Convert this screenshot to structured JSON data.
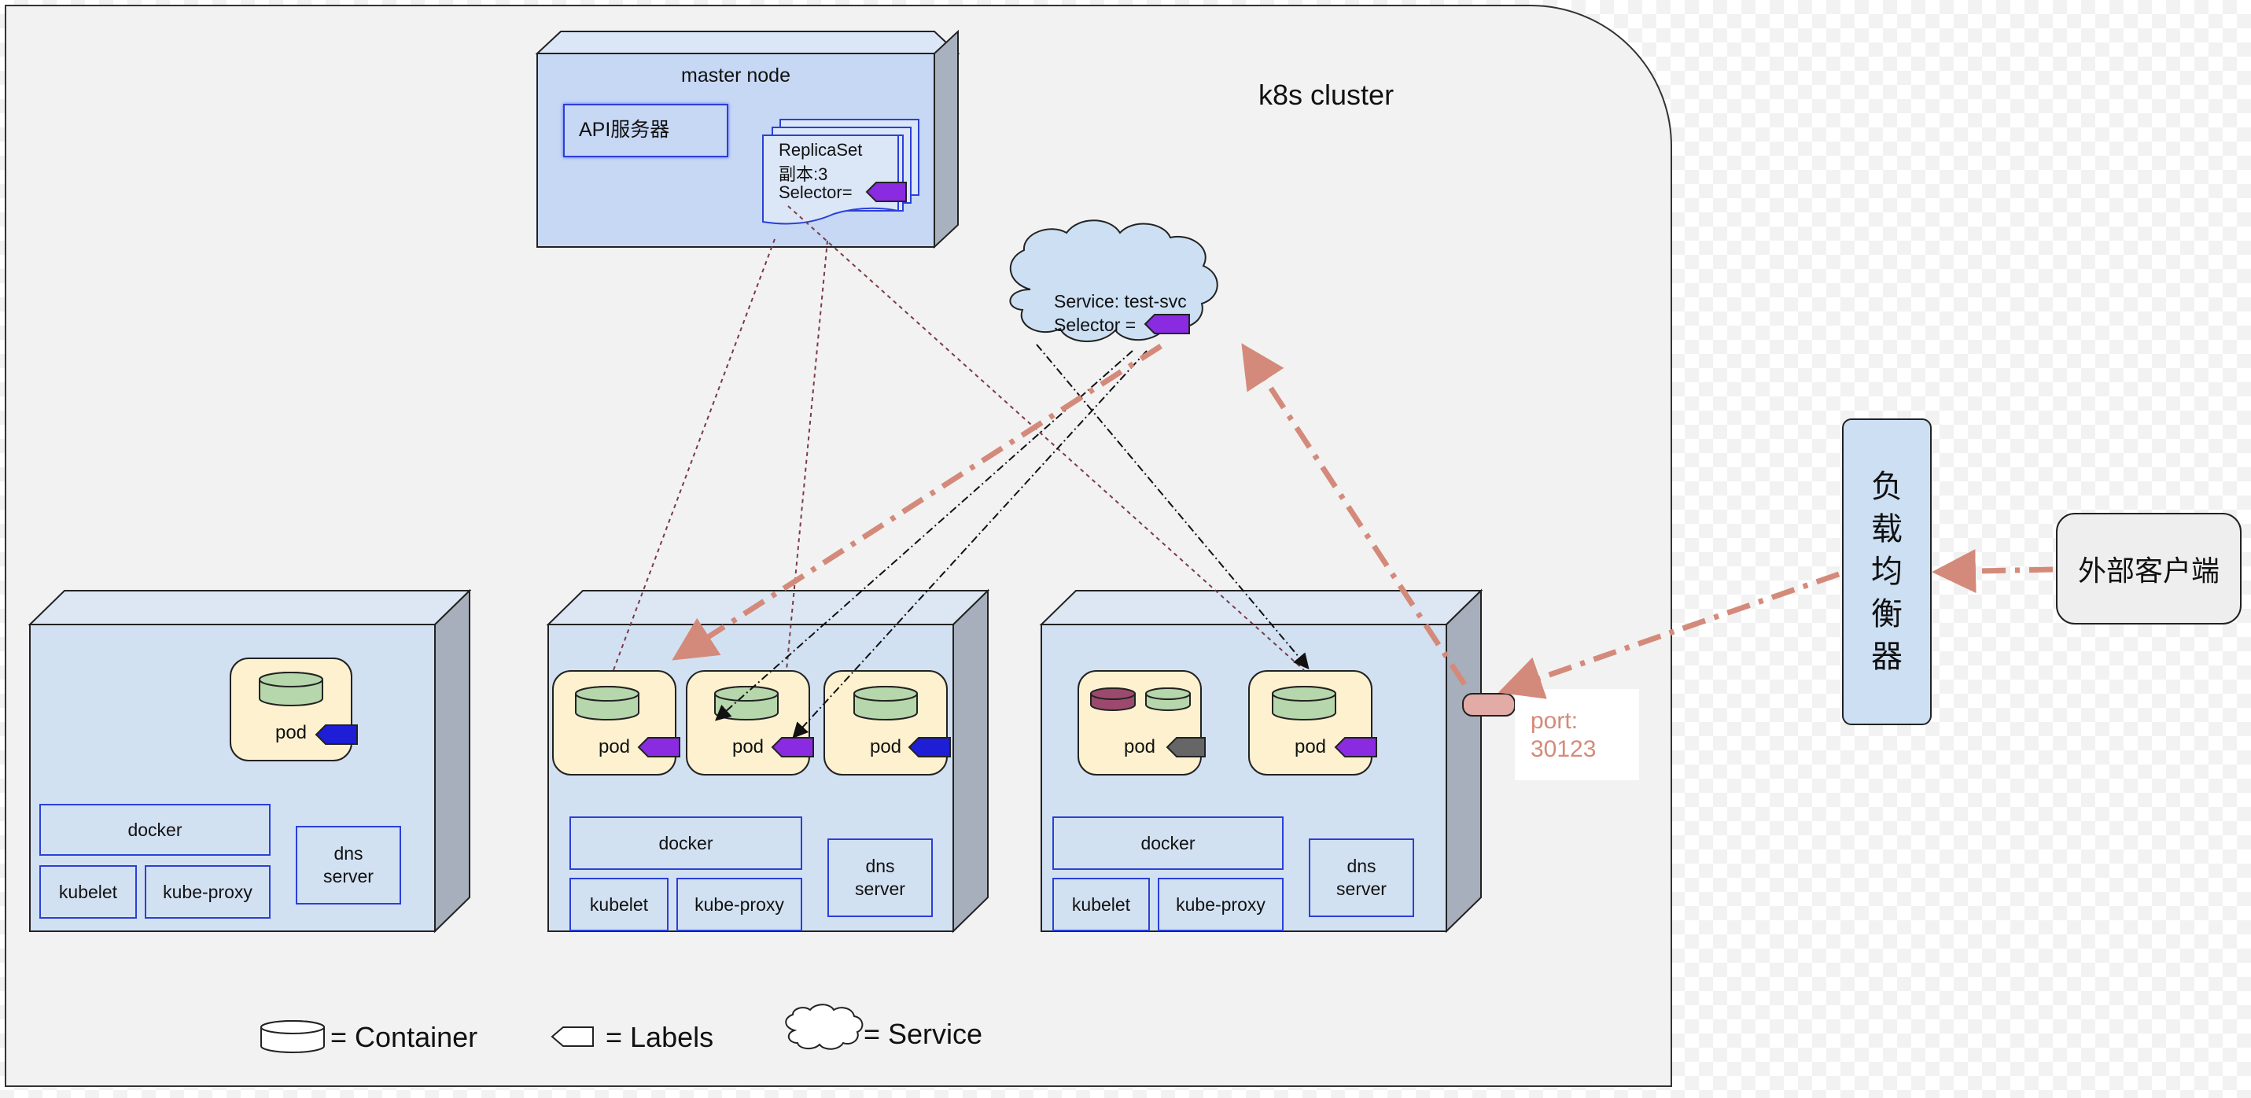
{
  "cluster": {
    "title": "k8s cluster"
  },
  "master": {
    "title": "master node",
    "api_server": "API服务器",
    "replicaset": {
      "line1": "ReplicaSet",
      "line2": "副本:3",
      "line3": "Selector="
    }
  },
  "service": {
    "line1": "Service: test-svc",
    "line2": "Selector ="
  },
  "nodes": [
    {
      "pods": [
        "pod"
      ],
      "docker": "docker",
      "kubelet": "kubelet",
      "kube_proxy": "kube-proxy",
      "dns_line1": "dns",
      "dns_line2": "server"
    },
    {
      "pods": [
        "pod",
        "pod",
        "pod"
      ],
      "docker": "docker",
      "kubelet": "kubelet",
      "kube_proxy": "kube-proxy",
      "dns_line1": "dns",
      "dns_line2": "server"
    },
    {
      "pods": [
        "pod",
        "pod"
      ],
      "docker": "docker",
      "kubelet": "kubelet",
      "kube_proxy": "kube-proxy",
      "dns_line1": "dns",
      "dns_line2": "server"
    }
  ],
  "port": {
    "line1": "port:",
    "line2": "30123"
  },
  "load_balancer": {
    "c1": "负",
    "c2": "载",
    "c3": "均",
    "c4": "衡",
    "c5": "器"
  },
  "external_client": {
    "label": "外部客户端"
  },
  "legend": {
    "container": "= Container",
    "labels": "= Labels",
    "service": "= Service"
  },
  "colors": {
    "node_front": "#d2e1f2",
    "node_side": "#a6afbb",
    "node_top": "#dde7f4",
    "master_front": "#c7d8f5",
    "pod_fill": "#fdf1cf",
    "container_green": "#b6d6ac",
    "container_maroon": "#9b4a6e",
    "label_purple": "#8a2be2",
    "label_blue": "#1d1ed6",
    "label_gray": "#666666",
    "box_border": "#2b3fd8",
    "arrow_salmon": "#d48a7a",
    "rs_dotted": "#7b3b46"
  }
}
